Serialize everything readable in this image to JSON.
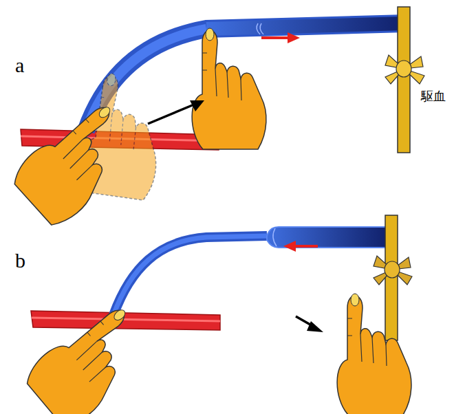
{
  "diagram": {
    "labels": [
      "a",
      "b",
      "駆血"
    ]
  }
}
